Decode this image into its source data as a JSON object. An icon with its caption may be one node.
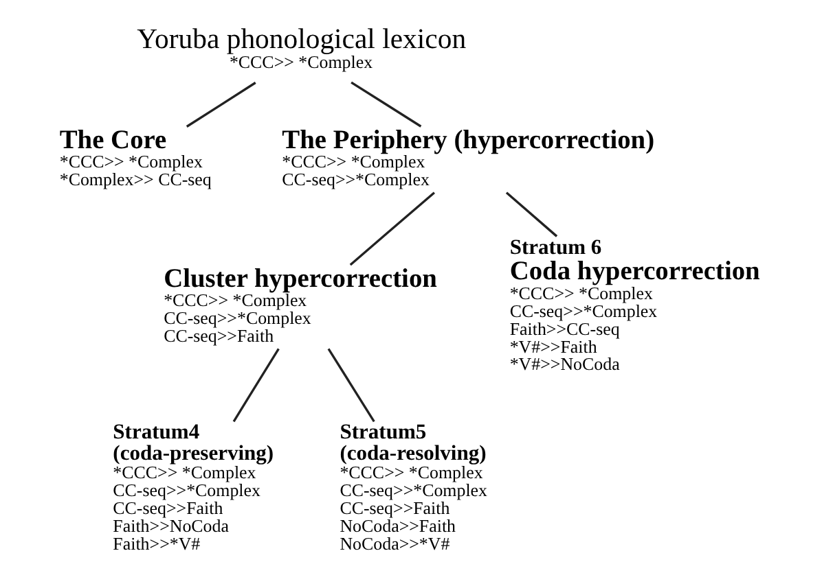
{
  "diagram": {
    "nodes": [
      {
        "text": [
          "Yoruba phonological lexicon",
          "*CCC>> *Complex"
        ]
      },
      {
        "text": [
          "The Core",
          "*CCC>> *Complex",
          "*Complex>> CC-seq"
        ]
      },
      {
        "text": [
          "The Periphery (hypercorrection)",
          "*CCC>> *Complex",
          "CC-seq>>*Complex"
        ]
      },
      {
        "text": [
          "Cluster hypercorrection",
          "*CCC>> *Complex",
          "CC-seq>>*Complex",
          "CC-seq>>Faith"
        ]
      },
      {
        "text": [
          "Stratum 6",
          "Coda hypercorrection",
          "*CCC>> *Complex",
          "CC-seq>>*Complex",
          "Faith>>CC-seq",
          "*V#>>Faith",
          "*V#>>NoCoda"
        ]
      },
      {
        "text": [
          "Stratum4 (coda-preserving)",
          "*CCC>> *Complex",
          "CC-seq>>*Complex",
          "CC-seq>>Faith",
          "Faith>>NoCoda",
          "Faith>>*V#"
        ]
      },
      {
        "text": [
          "Stratum5 (coda-resolving)",
          "*CCC>> *Complex",
          "CC-seq>>*Complex",
          "CC-seq>>Faith",
          "NoCoda>>Faith",
          "NoCoda>>*V#"
        ]
      }
    ],
    "edges": [
      {
        "from": 0,
        "to": 1,
        "arrow": "none"
      },
      {
        "from": 0,
        "to": 2,
        "arrow": "none"
      },
      {
        "from": 2,
        "to": 3,
        "arrow": "none"
      },
      {
        "from": 2,
        "to": 4,
        "arrow": "none"
      },
      {
        "from": 3,
        "to": 5,
        "arrow": "none"
      },
      {
        "from": 3,
        "to": 6,
        "arrow": "none"
      }
    ]
  }
}
